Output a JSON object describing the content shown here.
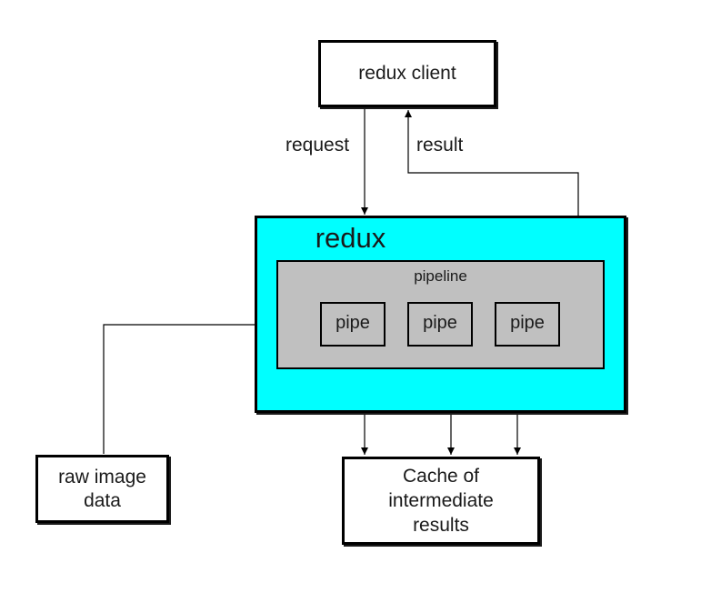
{
  "diagram": {
    "client": {
      "label": "redux client"
    },
    "edges": {
      "request_label": "request",
      "result_label": "result"
    },
    "redux": {
      "title": "redux",
      "color": "#00ffff"
    },
    "pipeline": {
      "label": "pipeline",
      "color": "#c0c0c0"
    },
    "pipes": [
      {
        "label": "pipe"
      },
      {
        "label": "pipe"
      },
      {
        "label": "pipe"
      }
    ],
    "raw_input": {
      "label": "raw image data"
    },
    "cache": {
      "label": "Cache of intermediate results"
    }
  }
}
